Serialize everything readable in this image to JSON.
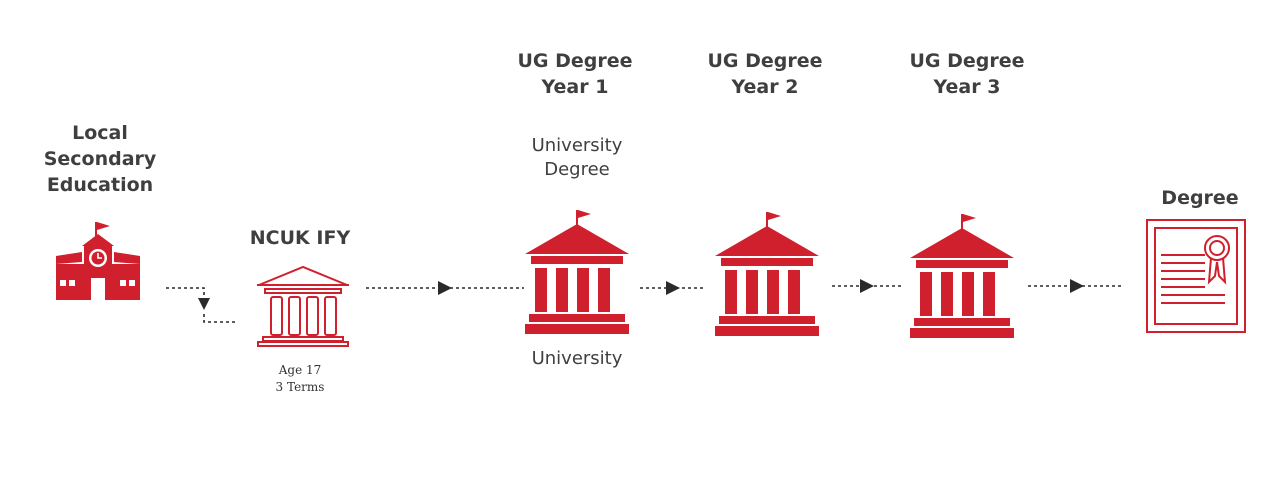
{
  "stages": {
    "secondary": {
      "label": "Local\nSecondary\nEducation"
    },
    "ify": {
      "label": "NCUK IFY",
      "details": "Age 17\n3 Terms"
    },
    "year1": {
      "label": "UG Degree\nYear 1",
      "sub_label": "University\nDegree",
      "caption": "University"
    },
    "year2": {
      "label": "UG Degree\nYear 2"
    },
    "year3": {
      "label": "UG Degree\nYear 3"
    },
    "degree": {
      "label": "Degree"
    }
  },
  "icons": {
    "school": "school-icon",
    "ify_building": "university-outline-icon",
    "university": "university-icon",
    "certificate": "degree-certificate-icon"
  },
  "colors": {
    "accent": "#d0202e",
    "text": "#3f3f3f",
    "arrow": "#2a2a2a"
  }
}
